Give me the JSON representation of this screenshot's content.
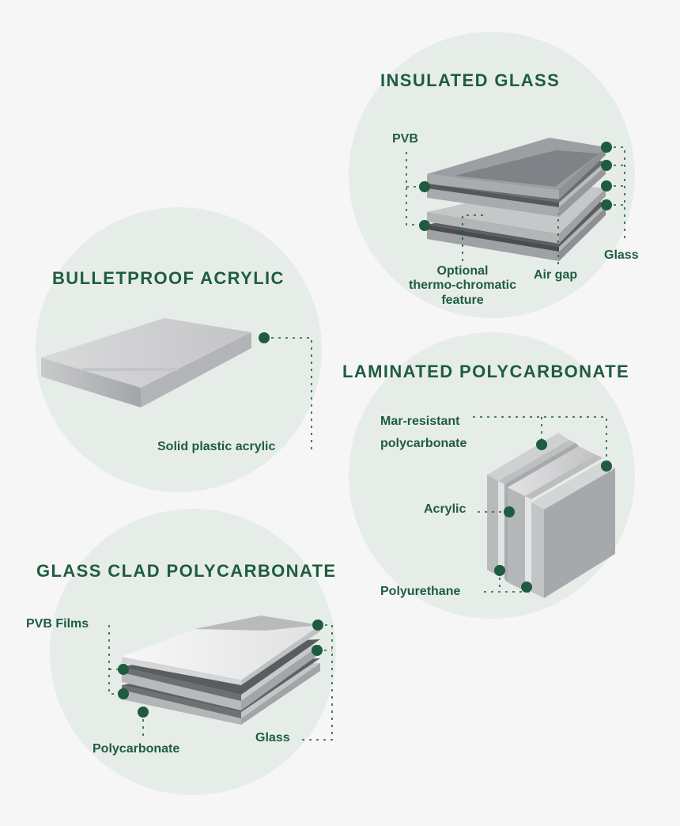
{
  "colors": {
    "background": "#f6f6f6",
    "circle": "#e6ede9",
    "accent_green": "#1f5c3f",
    "glass_gray": "#a7a9ac"
  },
  "panels": {
    "insulated_glass": {
      "title": "INSULATED GLASS",
      "labels": {
        "pvb": "PVB",
        "glass": "Glass",
        "air_gap": "Air gap",
        "optional_line1": "Optional",
        "optional_line2": "thermo-chromatic",
        "optional_line3": "feature"
      }
    },
    "bulletproof_acrylic": {
      "title": "BULLETPROOF ACRYLIC",
      "labels": {
        "solid": "Solid plastic acrylic"
      }
    },
    "laminated_polycarbonate": {
      "title": "LAMINATED POLYCARBONATE",
      "labels": {
        "mar_line1": "Mar-resistant",
        "mar_line2": "polycarbonate",
        "acrylic": "Acrylic",
        "polyurethane": "Polyurethane"
      }
    },
    "glass_clad_polycarbonate": {
      "title": "GLASS CLAD POLYCARBONATE",
      "labels": {
        "pvb_films": "PVB Films",
        "polycarbonate": "Polycarbonate",
        "glass": "Glass"
      }
    }
  }
}
